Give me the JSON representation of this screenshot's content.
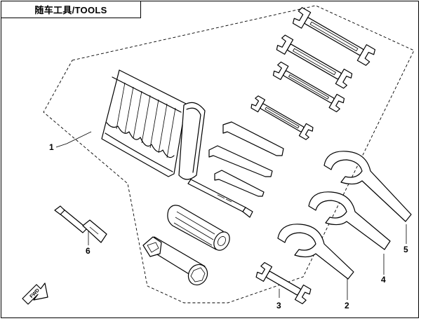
{
  "header": {
    "title": "随车工具/TOOLS"
  },
  "callouts": [
    {
      "id": "1",
      "label": "1"
    },
    {
      "id": "2",
      "label": "2"
    },
    {
      "id": "3",
      "label": "3"
    },
    {
      "id": "4",
      "label": "4"
    },
    {
      "id": "5",
      "label": "5"
    },
    {
      "id": "6",
      "label": "6"
    }
  ],
  "direction_arrow": {
    "label": "FWD"
  },
  "colors": {
    "line": "#000000",
    "background": "#ffffff"
  }
}
